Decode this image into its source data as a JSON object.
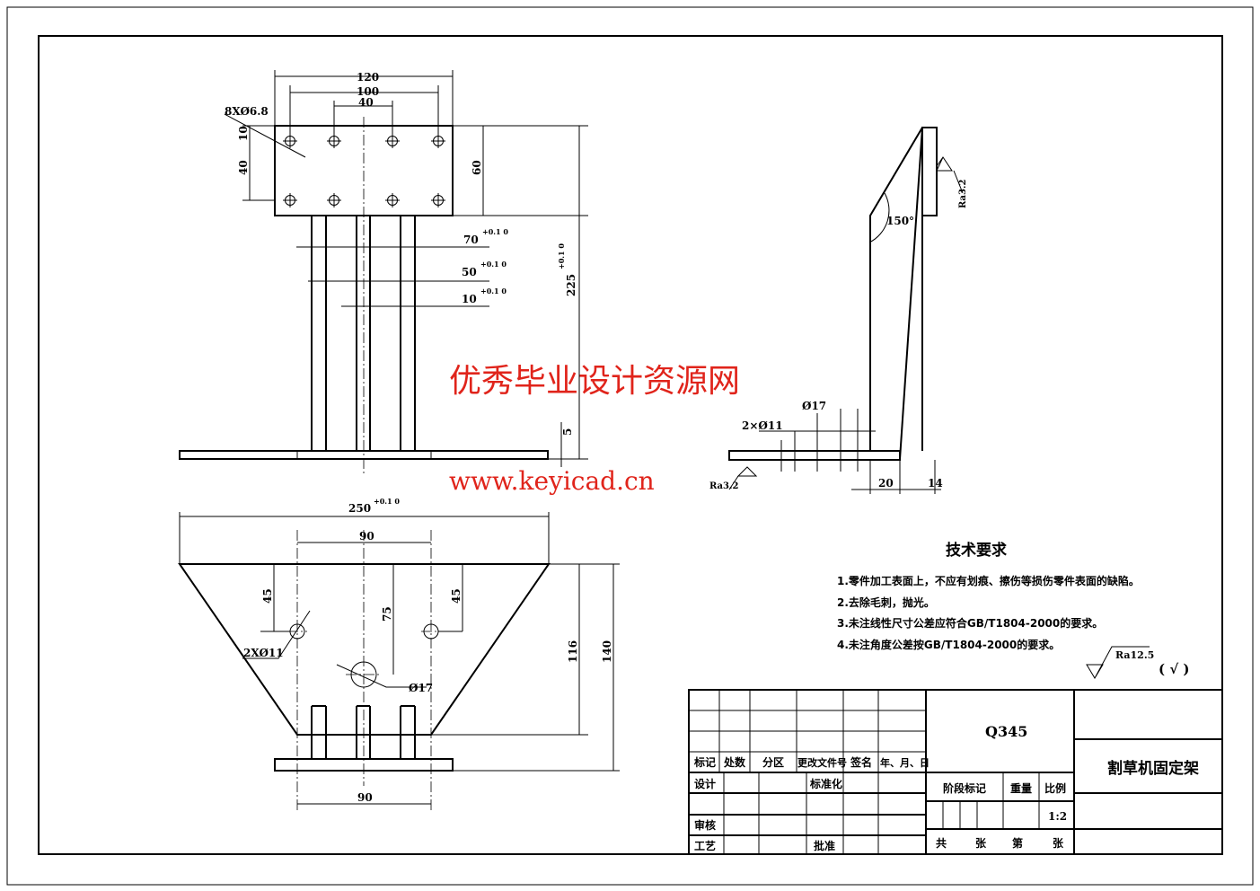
{
  "drawing": {
    "front_view": {
      "dims": {
        "d120": "120",
        "d100": "100",
        "d40": "40",
        "holes": "8XØ6.8",
        "d10": "10",
        "d40v": "40",
        "d60": "60",
        "d225": "225",
        "d225_tol": "+0.1 0",
        "d70": "70",
        "d70_tol": "+0.1 0",
        "d50": "50",
        "d50_tol": "+0.1 0",
        "d10h": "10",
        "d10h_tol": "+0.1 0",
        "d5": "5"
      }
    },
    "side_view": {
      "dims": {
        "angle": "150°",
        "ra_top": "Ra3.2",
        "d17": "Ø17",
        "d11": "2×Ø11",
        "ra_bottom": "Ra3.2",
        "d20": "20",
        "d14": "14"
      }
    },
    "bottom_view": {
      "dims": {
        "d250": "250",
        "d250_tol": "+0.1 0",
        "d90_top": "90",
        "d45_left": "45",
        "d45_right": "45",
        "d75": "75",
        "holes11": "2XØ11",
        "hole17": "Ø17",
        "d116": "116",
        "d140": "140",
        "d90_bottom": "90"
      }
    }
  },
  "tech_requirements": {
    "title": "技术要求",
    "items": [
      "1.零件加工表面上，不应有划痕、擦伤等损伤零件表面的缺陷。",
      "2.去除毛刺，抛光。",
      "3.未注线性尺寸公差应符合GB/T1804-2000的要求。",
      "4.未注角度公差按GB/T1804-2000的要求。"
    ],
    "roughness": "Ra12.5",
    "roughness_other": "( √ )"
  },
  "title_block": {
    "headers": [
      "标记",
      "处数",
      "分区",
      "更改文件号",
      "签名",
      "年、月、日"
    ],
    "design": "设计",
    "standardize": "标准化",
    "review": "审核",
    "process": "工艺",
    "approve": "批准",
    "material": "Q345",
    "stage_mark": "阶段标记",
    "weight": "重量",
    "scale_label": "比例",
    "scale": "1:2",
    "sheets_total": "共",
    "sheets_unit": "张",
    "sheet_no": "第",
    "sheet_unit2": "张",
    "part_name": "割草机固定架"
  },
  "watermark": {
    "line1": "优秀毕业设计资源网",
    "line2": "www.keyicad.cn"
  }
}
